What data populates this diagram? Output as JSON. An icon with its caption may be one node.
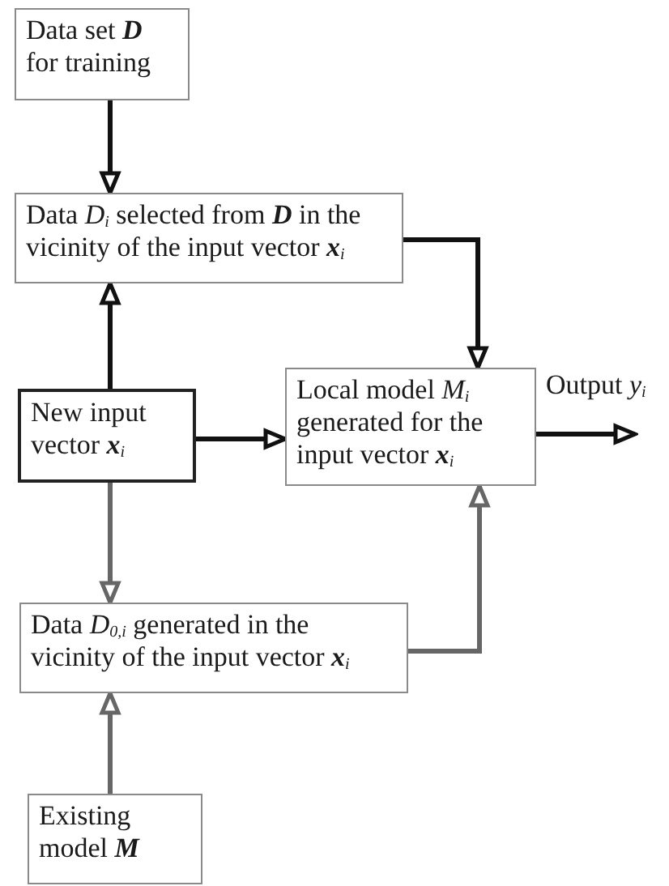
{
  "diagram": {
    "nodes": [
      {
        "text": [
          "Data set **D** for training"
        ]
      },
      {
        "text": [
          "Data *D*$_{i}$ selected from **D** in the vicinity of the input vector **x**$_{i}$"
        ]
      },
      {
        "text": [
          "New input vector **x**$_{i}$"
        ]
      },
      {
        "text": [
          "Local model *M*$_{i}$ generated for the input vector **x**$_{i}$"
        ]
      },
      {
        "text": [
          "Data *D*$_{0,i}$ generated in the vicinity of the input vector **x**$_{i}$"
        ]
      },
      {
        "text": [
          "Existing model **M**"
        ]
      }
    ],
    "edges": [
      {
        "from": 0,
        "to": 1,
        "arrow": "to"
      },
      {
        "from": 2,
        "to": 1,
        "arrow": "to"
      },
      {
        "from": 1,
        "to": 3,
        "arrow": "to"
      },
      {
        "from": 2,
        "to": 3,
        "arrow": "to"
      },
      {
        "from": 2,
        "to": 4,
        "arrow": "to",
        "color": "#666666"
      },
      {
        "from": 5,
        "to": 4,
        "arrow": "to",
        "color": "#666666"
      },
      {
        "from": 4,
        "to": 3,
        "arrow": "to",
        "color": "#666666"
      },
      {
        "from": 3,
        "to": null,
        "arrow": "to",
        "label": "Output *y*$_{i}$"
      }
    ]
  }
}
